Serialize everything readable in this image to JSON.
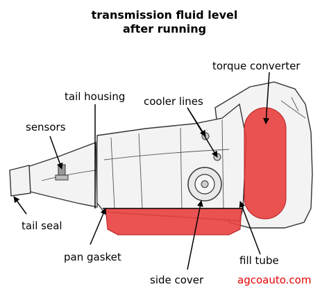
{
  "title": {
    "line1": "transmission fluid level",
    "line2": "after running"
  },
  "labels": {
    "torque_converter": "torque converter",
    "tail_housing": "tail housing",
    "cooler_lines": "cooler lines",
    "sensors": "sensors",
    "tail_seal": "tail seal",
    "pan_gasket": "pan gasket",
    "fill_tube": "fill tube",
    "side_cover": "side cover"
  },
  "watermark": "agcoauto.com",
  "colors": {
    "fluid": "#e8403f",
    "brand": "#e10000"
  }
}
